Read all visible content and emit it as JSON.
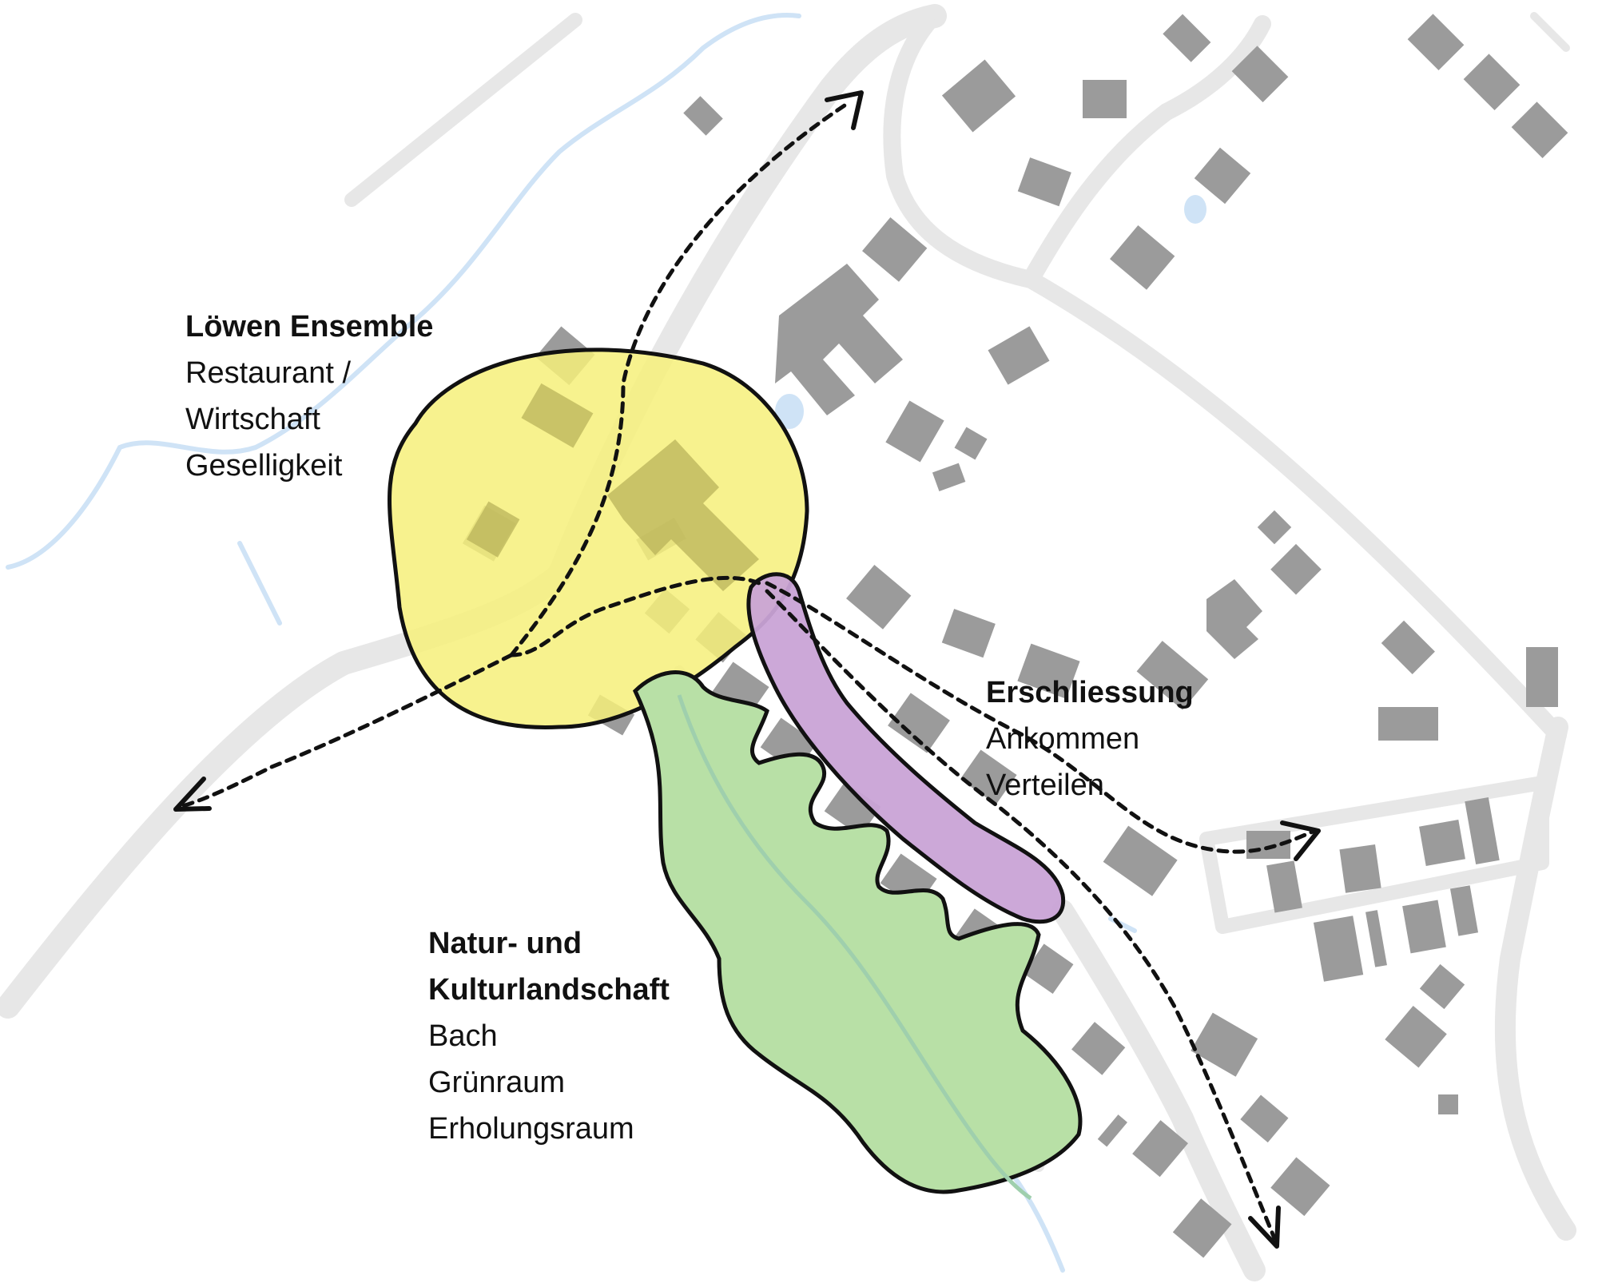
{
  "zones": [
    {
      "id": "loewen",
      "title": "Löwen Ensemble",
      "lines": [
        "Restaurant /",
        "Wirtschaft",
        "Geselligkeit"
      ],
      "color": "#f6f07a"
    },
    {
      "id": "erschliessung",
      "title": "Erschliessung",
      "lines": [
        "Ankommen",
        "Verteilen"
      ],
      "color": "#c9a3d6"
    },
    {
      "id": "natur",
      "title": "Natur- und Kulturlandschaft",
      "title_lines": [
        "Natur- und",
        "Kulturlandschaft"
      ],
      "lines": [
        "Bach",
        "Grünraum",
        "Erholungsraum"
      ],
      "color": "#b8e0a6"
    }
  ],
  "colors": {
    "building": "#9b9b9b",
    "road": "#e7e7e7",
    "water": "#cfe3f6",
    "outline": "#111111"
  },
  "icons": [
    "arrowhead-icon"
  ]
}
